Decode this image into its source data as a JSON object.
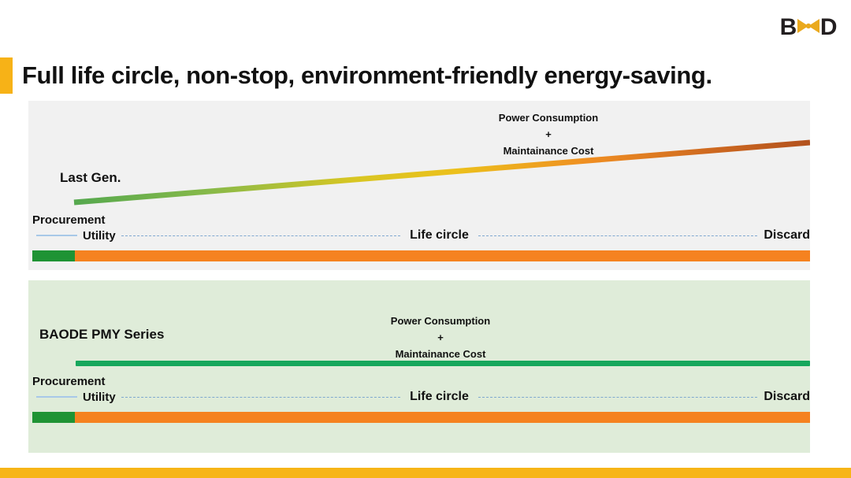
{
  "brand": {
    "logo_left": "B",
    "logo_mark": "infinity-mark",
    "logo_right": "D",
    "logo_color_dark": "#231f20",
    "logo_color_gold": "#eaa91d"
  },
  "title": {
    "text": "Full life circle, non-stop, environment-friendly energy-saving.",
    "accent_color": "#f7b217"
  },
  "panels": {
    "last_gen": {
      "background": "#f1f1f1",
      "series_label": "Last Gen.",
      "cost_note_line1": "Power Consumption",
      "cost_note_line2": "+",
      "cost_note_line3": "Maintainance Cost",
      "curve_type": "rising-gradient",
      "curve_color_start": "#5aa84f",
      "curve_color_mid": "#e8c81e",
      "curve_color_end": "#b5561e",
      "axis": {
        "procurement": "Procurement",
        "utility": "Utility",
        "life_circle": "Life circle",
        "discard": "Discard"
      },
      "bar": {
        "procurement_color": "#1f9334",
        "utility_color": "#f58220"
      }
    },
    "baode": {
      "background": "#dfecd9",
      "series_label": "BAODE PMY Series",
      "cost_note_line1": "Power Consumption",
      "cost_note_line2": "+",
      "cost_note_line3": "Maintainance Cost",
      "curve_type": "flat",
      "curve_color": "#16a75c",
      "axis": {
        "procurement": "Procurement",
        "utility": "Utility",
        "life_circle": "Life circle",
        "discard": "Discard"
      },
      "bar": {
        "procurement_color": "#1f9334",
        "utility_color": "#f58220"
      }
    }
  },
  "footer": {
    "color": "#f7b517"
  },
  "chart_data": {
    "type": "line",
    "title": "Full life circle, non-stop, environment-friendly energy-saving.",
    "xlabel": "Life circle",
    "ylabel": "Power Consumption + Maintainance Cost",
    "x": [
      "Procurement / Utility",
      "Life circle",
      "Discard"
    ],
    "series": [
      {
        "name": "Last Gen.",
        "values": [
          12,
          48,
          88
        ],
        "color": "gradient green-to-brown",
        "panel": "last_gen"
      },
      {
        "name": "BAODE PMY Series",
        "values": [
          20,
          20,
          20
        ],
        "color": "#16a75c",
        "panel": "baode"
      }
    ],
    "grid": false,
    "legend": "inline-labels",
    "annotations": [
      "Power Consumption",
      "+",
      "Maintainance Cost",
      "Procurement",
      "Utility",
      "Life circle",
      "Discard"
    ]
  }
}
